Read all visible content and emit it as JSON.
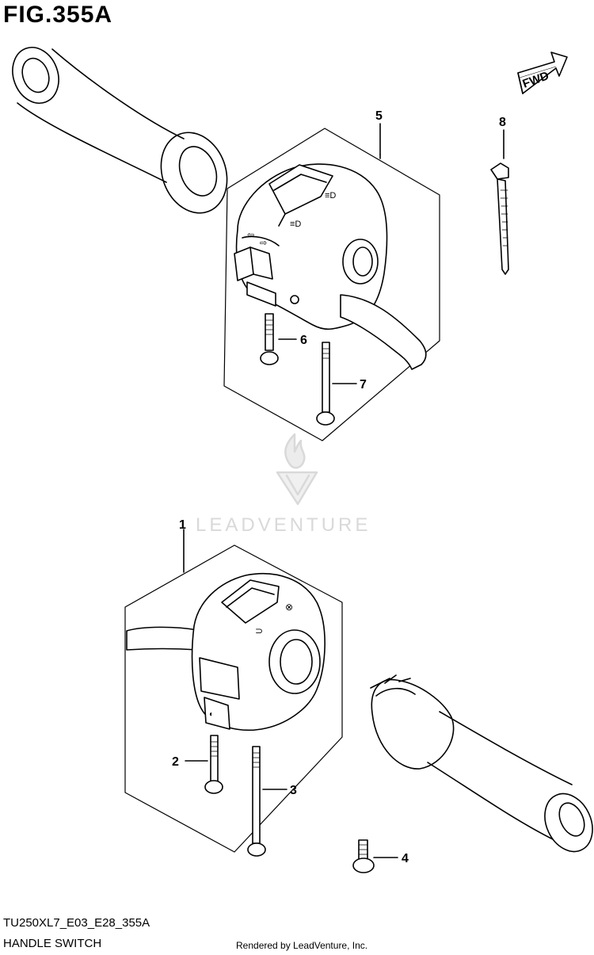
{
  "figure": {
    "title": "FIG.355A",
    "code": "TU250XL7_E03_E28_355A",
    "name": "HANDLE SWITCH",
    "rendered_by": "Rendered by LeadVenture, Inc.",
    "direction_label": "FWD"
  },
  "watermark": {
    "text": "LEADVENTURE",
    "color": "#d9d9d9"
  },
  "callouts": [
    "1",
    "2",
    "3",
    "4",
    "5",
    "6",
    "7",
    "8"
  ],
  "colors": {
    "line": "#000000",
    "background": "#ffffff"
  }
}
